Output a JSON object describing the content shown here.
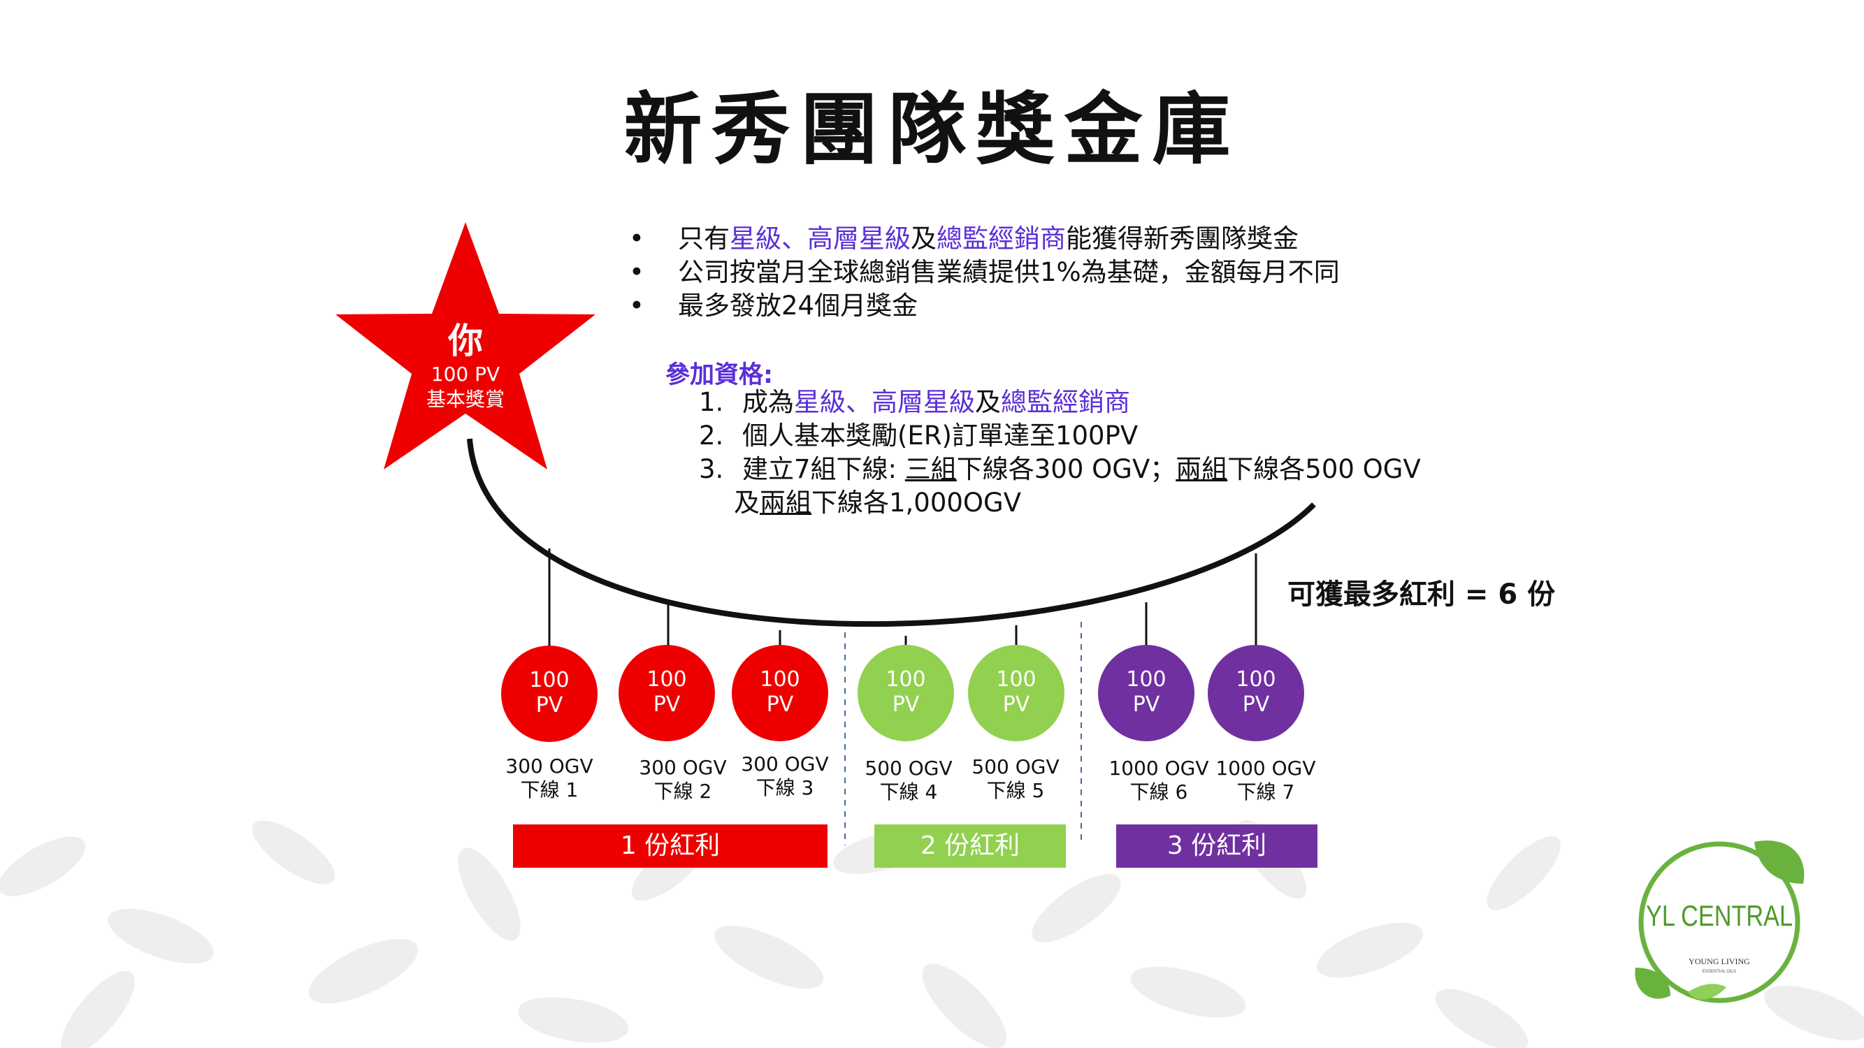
{
  "title": "新秀團隊獎金庫",
  "bullets": [
    {
      "pre": "只有",
      "h1": "星級、高層星級",
      "mid": "及",
      "h2": "總監經銷商",
      "post": "能獲得新秀團隊獎金"
    },
    {
      "text": "公司按當月全球總銷售業績提供1%為基礎，金額每月不同"
    },
    {
      "text": "最多發放24個月獎金"
    }
  ],
  "requirements": {
    "title": "參加資格:",
    "items": [
      {
        "num": "1.",
        "pre": "成為",
        "h1": "星級、高層星級",
        "mid": "及",
        "h2": "總監經銷商"
      },
      {
        "num": "2.",
        "text": "個人基本獎勵(ER)訂單達至100PV"
      },
      {
        "num": "3.",
        "t1": "建立7組下線:  ",
        "u1": "三組",
        "t2": "下線各300 OGV；",
        "u2": "兩組",
        "t3": "下線各500 OGV"
      }
    ],
    "continuation": {
      "t1": "及",
      "u1": "兩組",
      "t2": "下線各1,000OGV"
    }
  },
  "star": {
    "you": "你",
    "pv": "100 PV",
    "label": "基本獎賞"
  },
  "max_bonus": "可獲最多紅利 = 6 份",
  "nodes": [
    {
      "l1": "100",
      "l2": "PV",
      "ogv": "300 OGV",
      "line": "下線 1",
      "color": "red"
    },
    {
      "l1": "100",
      "l2": "PV",
      "ogv": "300 OGV",
      "line": "下線 2",
      "color": "red"
    },
    {
      "l1": "100",
      "l2": "PV",
      "ogv": "300 OGV",
      "line": "下線 3",
      "color": "red"
    },
    {
      "l1": "100",
      "l2": "PV",
      "ogv": "500 OGV",
      "line": "下線 4",
      "color": "green"
    },
    {
      "l1": "100",
      "l2": "PV",
      "ogv": "500 OGV",
      "line": "下線 5",
      "color": "green"
    },
    {
      "l1": "100",
      "l2": "PV",
      "ogv": "1000 OGV",
      "line": "下線 6",
      "color": "purple"
    },
    {
      "l1": "100",
      "l2": "PV",
      "ogv": "1000 OGV",
      "line": "下線 7",
      "color": "purple"
    }
  ],
  "groups": [
    {
      "label": "1  份紅利",
      "color": "#ee0000"
    },
    {
      "label": "2 份紅利",
      "color": "#92d050"
    },
    {
      "label": "3  份紅利",
      "color": "#7030a0"
    }
  ],
  "logo": {
    "main": "YL CENTRAL",
    "sub": "YOUNG LIVING",
    "tiny": "ESSENTIAL OILS"
  },
  "colors": {
    "red": "#ee0000",
    "green": "#92d050",
    "purple": "#7030a0",
    "highlight": "#5b2fd6"
  }
}
